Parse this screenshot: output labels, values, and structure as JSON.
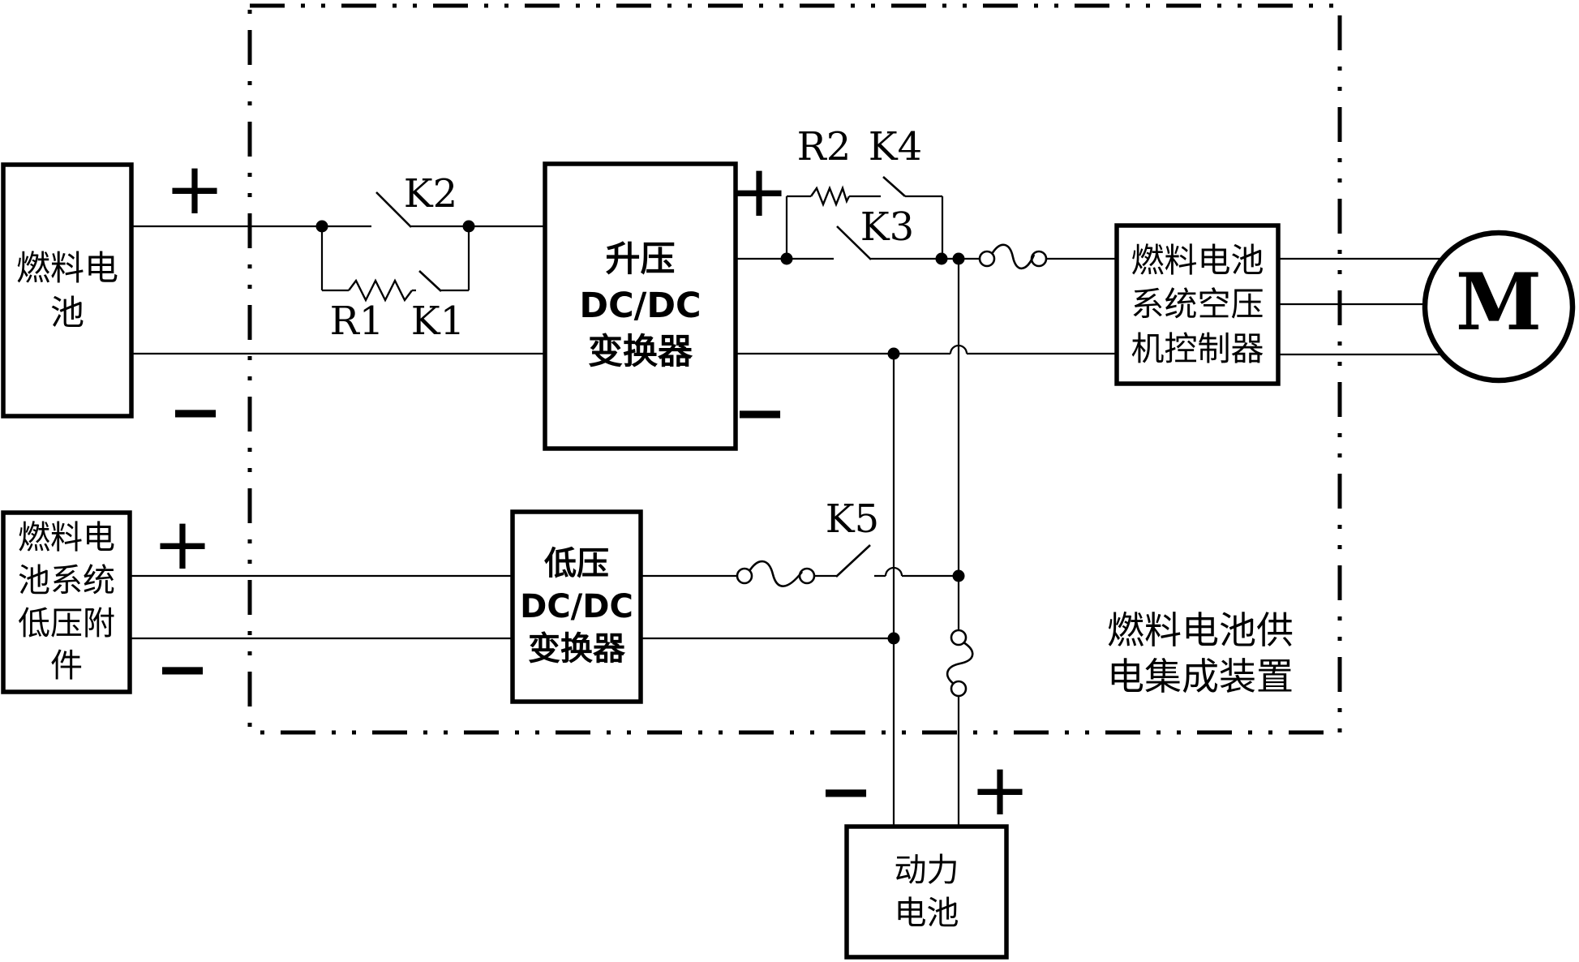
{
  "enclosure": {
    "label_lines": [
      "燃料电池供",
      "电集成装置"
    ]
  },
  "boxes": {
    "fuel_cell": {
      "lines": [
        "燃料电",
        "池"
      ]
    },
    "lv_accessory": {
      "lines": [
        "燃料电",
        "池系统",
        "低压附",
        "件"
      ]
    },
    "boost_dcdc": {
      "lines": [
        "升压DC/DC",
        "变换器"
      ]
    },
    "lv_dcdc": {
      "lines": [
        "低压",
        "DC/DC",
        "变换器"
      ]
    },
    "air_compressor_controller": {
      "lines": [
        "燃料电池",
        "系统空压",
        "机控制器"
      ]
    },
    "power_battery": {
      "lines": [
        "动力",
        "电池"
      ]
    },
    "motor": {
      "label": "M"
    }
  },
  "components": {
    "switches": {
      "k1": "K1",
      "k2": "K2",
      "k3": "K3",
      "k4": "K4",
      "k5": "K5"
    },
    "resistors": {
      "r1": "R1",
      "r2": "R2"
    }
  },
  "polarity": {
    "plus": "+",
    "minus": "−"
  },
  "colors": {
    "line": "#000000",
    "background": "#ffffff"
  }
}
